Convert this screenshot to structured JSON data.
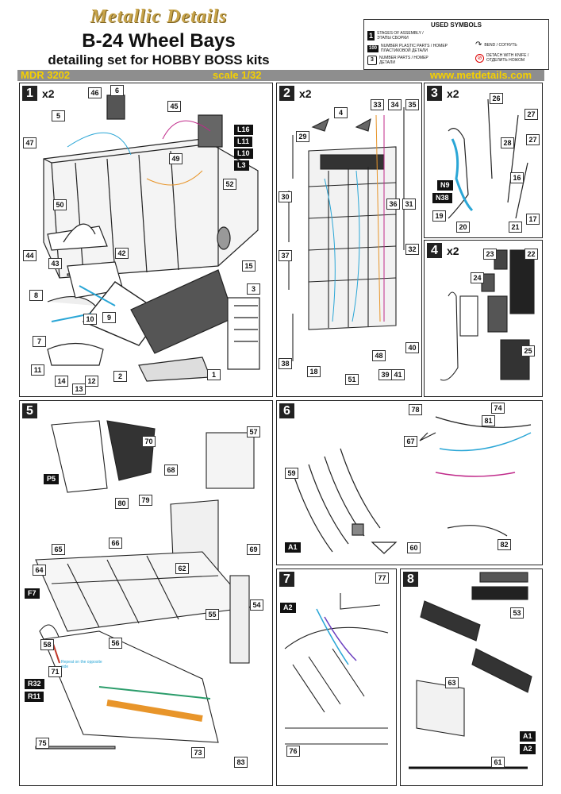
{
  "header": {
    "brand": "Metallic Details",
    "title": "B-24 Wheel Bays",
    "subtitle": "detailing set for HOBBY BOSS kits",
    "code": "MDR 3202",
    "scale": "scale 1/32",
    "website": "www.metdetails.com"
  },
  "legend": {
    "heading": "USED SYMBOLS",
    "items": [
      {
        "symbol": "1",
        "text": "STAGES OF ASSEMBLY / ЭТАПЫ СБОРКИ"
      },
      {
        "symbol": "100",
        "text": "NUMBER PLASTIC PARTS / НОМЕР ПЛАСТИКОВОЙ ДЕТАЛИ"
      },
      {
        "symbol": "3",
        "text": "NUMBER PARTS / НОМЕР ДЕТАЛИ"
      },
      {
        "symbol": "bend",
        "text": "BEND / СОГНУТЬ"
      },
      {
        "symbol": "cut",
        "text": "DETACH WITH KNIFE / ОТДЕЛИТЬ НОЖОМ"
      }
    ]
  },
  "colors": {
    "accent": "#c8a44a",
    "bar": "#8e8e8e",
    "bartext": "#f5d000",
    "wire_blue": "#2aa6d6",
    "wire_pink": "#c02a8a",
    "wire_orange": "#e8952a"
  },
  "steps": [
    {
      "num": "1",
      "mult": "x2",
      "parts": [
        "46",
        "6",
        "45",
        "5",
        "47",
        "49",
        "52",
        "50",
        "44",
        "43",
        "42",
        "15",
        "3",
        "8",
        "10",
        "9",
        "7",
        "11",
        "14",
        "12",
        "13",
        "2",
        "1"
      ],
      "tags": [
        "L16",
        "L11",
        "L10",
        "L3"
      ]
    },
    {
      "num": "2",
      "mult": "x2",
      "parts": [
        "4",
        "33",
        "34",
        "35",
        "29",
        "30",
        "36",
        "37",
        "31",
        "38",
        "32",
        "18",
        "48",
        "51",
        "39",
        "41",
        "40"
      ],
      "tags": []
    },
    {
      "num": "3",
      "mult": "x2",
      "parts": [
        "26",
        "27",
        "28",
        "27",
        "16",
        "17",
        "19",
        "20",
        "21"
      ],
      "tags": [
        "N9",
        "N38"
      ]
    },
    {
      "num": "4",
      "mult": "x2",
      "parts": [
        "23",
        "22",
        "24",
        "25"
      ],
      "tags": []
    },
    {
      "num": "5",
      "mult": "",
      "parts": [
        "70",
        "57",
        "68",
        "79",
        "80",
        "65",
        "66",
        "62",
        "69",
        "64",
        "54",
        "55",
        "56",
        "58",
        "71",
        "75",
        "73",
        "83"
      ],
      "tags": [
        "P5",
        "F7",
        "R32",
        "R11"
      ]
    },
    {
      "num": "6",
      "mult": "",
      "parts": [
        "78",
        "74",
        "81",
        "67",
        "59",
        "60",
        "82"
      ],
      "tags": [
        "A1"
      ]
    },
    {
      "num": "7",
      "mult": "",
      "parts": [
        "77",
        "76"
      ],
      "tags": [
        "A2"
      ]
    },
    {
      "num": "8",
      "mult": "",
      "parts": [
        "53",
        "63",
        "61"
      ],
      "tags": [
        "A1",
        "A2"
      ]
    }
  ],
  "notes": {
    "repeat": "Repeat on the opposite side"
  }
}
